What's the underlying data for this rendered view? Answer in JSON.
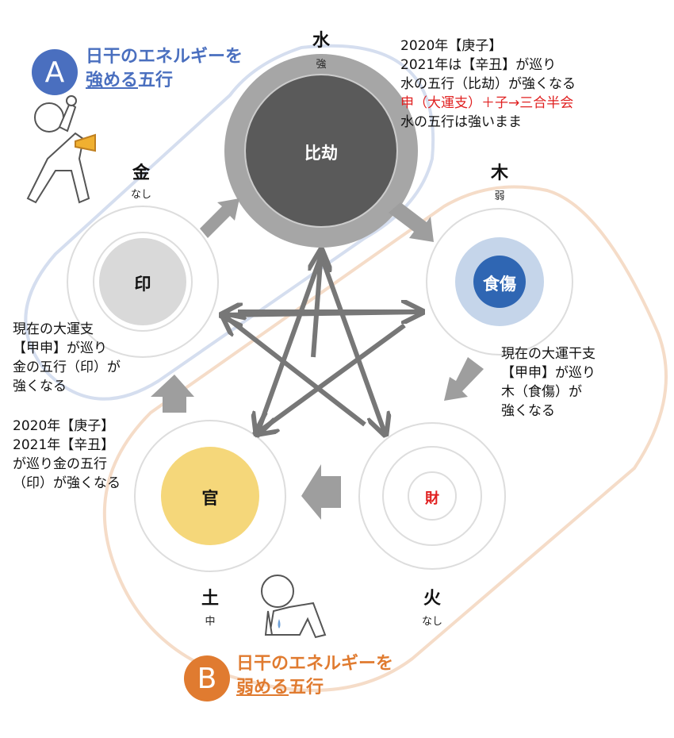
{
  "group_a": {
    "badge": "A",
    "line1": "日干のエネルギーを",
    "line2_underlined": "強める",
    "line2_rest": "五行",
    "color": "#4a6fbf"
  },
  "group_b": {
    "badge": "B",
    "line1": "日干のエネルギーを",
    "line2_underlined": "弱める",
    "line2_rest": "五行",
    "color": "#e07b30"
  },
  "elements": {
    "water": {
      "name": "水",
      "strength": "強",
      "role": "比劫"
    },
    "wood": {
      "name": "木",
      "strength": "弱",
      "role": "食傷"
    },
    "metal": {
      "name": "金",
      "strength": "なし",
      "role": "印"
    },
    "earth": {
      "name": "土",
      "strength": "中",
      "role": "官"
    },
    "fire": {
      "name": "火",
      "strength": "なし",
      "role": "財"
    }
  },
  "notes": {
    "top_right": {
      "l1": "2020年【庚子】",
      "l2": "2021年は【辛丑】が巡り",
      "l3": "水の五行（比劫）が強くなる",
      "l4_red": "申（大運支）＋子→三合半会",
      "l5": "水の五行は強いまま"
    },
    "left_upper": "現在の大運支\n【甲申】が巡り\n金の五行（印）が\n強くなる",
    "left_lower": "2020年【庚子】\n2021年【辛丑】\nが巡り金の五行\n（印）が強くなる",
    "right": "現在の大運干支\n【甲申】が巡り\n木（食傷）が\n強くなる"
  }
}
